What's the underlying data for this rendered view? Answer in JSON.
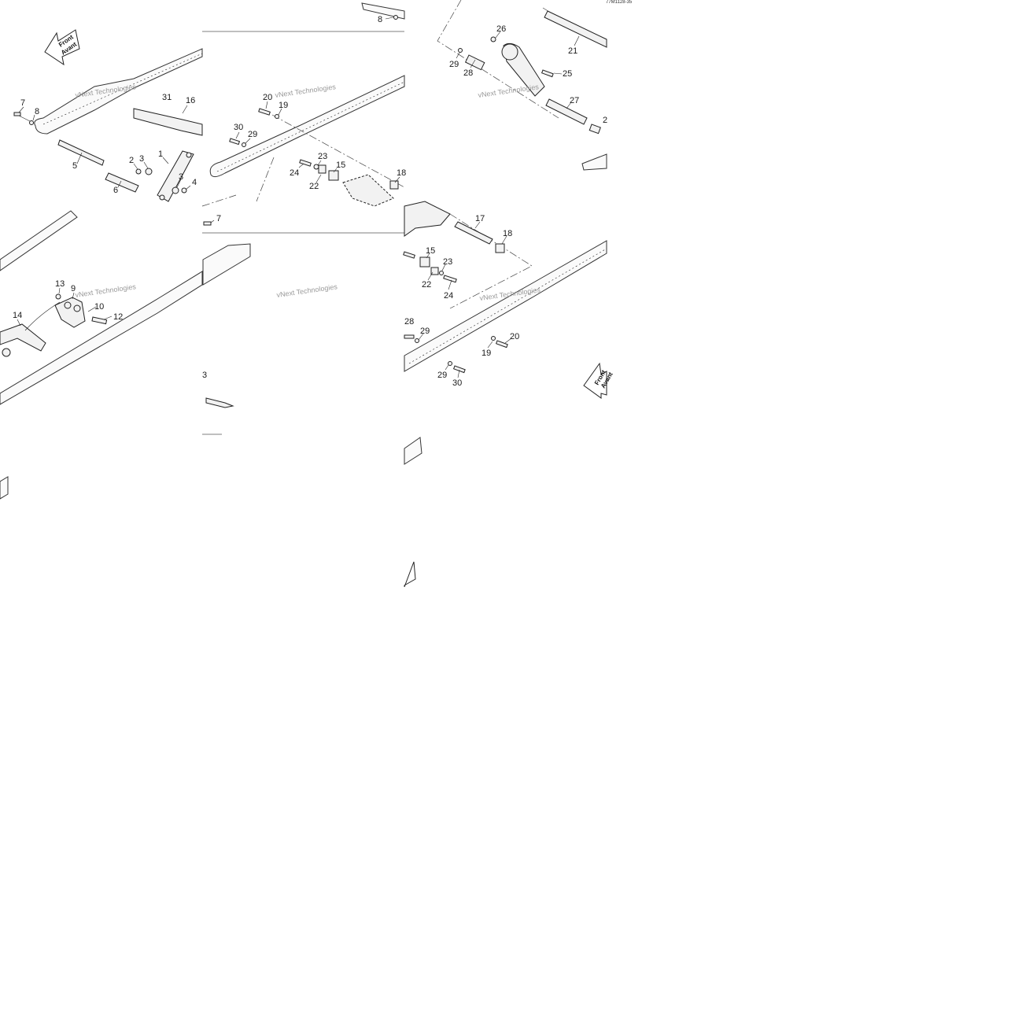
{
  "diagram": {
    "ref_code": "77M1128-35",
    "watermark": "vNext Technologies",
    "arrow_front": "Front",
    "arrow_avant": "Avant",
    "callouts": {
      "c1": "1",
      "c2": "2",
      "c3a": "3",
      "c3b": "3",
      "c4": "4",
      "c5": "5",
      "c6": "6",
      "c7a": "7",
      "c7b": "7",
      "c8a": "8",
      "c8b": "8",
      "c9": "9",
      "c10": "10",
      "c12": "12",
      "c13": "13",
      "c14": "14",
      "c15a": "15",
      "c15b": "15",
      "c16": "16",
      "c17": "17",
      "c18a": "18",
      "c18b": "18",
      "c19a": "19",
      "c19b": "19",
      "c20a": "20",
      "c20b": "20",
      "c21": "21",
      "c22a": "22",
      "c22b": "22",
      "c23a": "23",
      "c23b": "23",
      "c24a": "24",
      "c24b": "24",
      "c25": "25",
      "c26": "26",
      "c27": "27",
      "c28a": "28",
      "c28b": "28",
      "c29a": "29",
      "c29b": "29",
      "c29c": "29",
      "c30a": "30",
      "c30b": "30",
      "c31": "31",
      "c3frag": "3",
      "c2frag": "2"
    }
  }
}
